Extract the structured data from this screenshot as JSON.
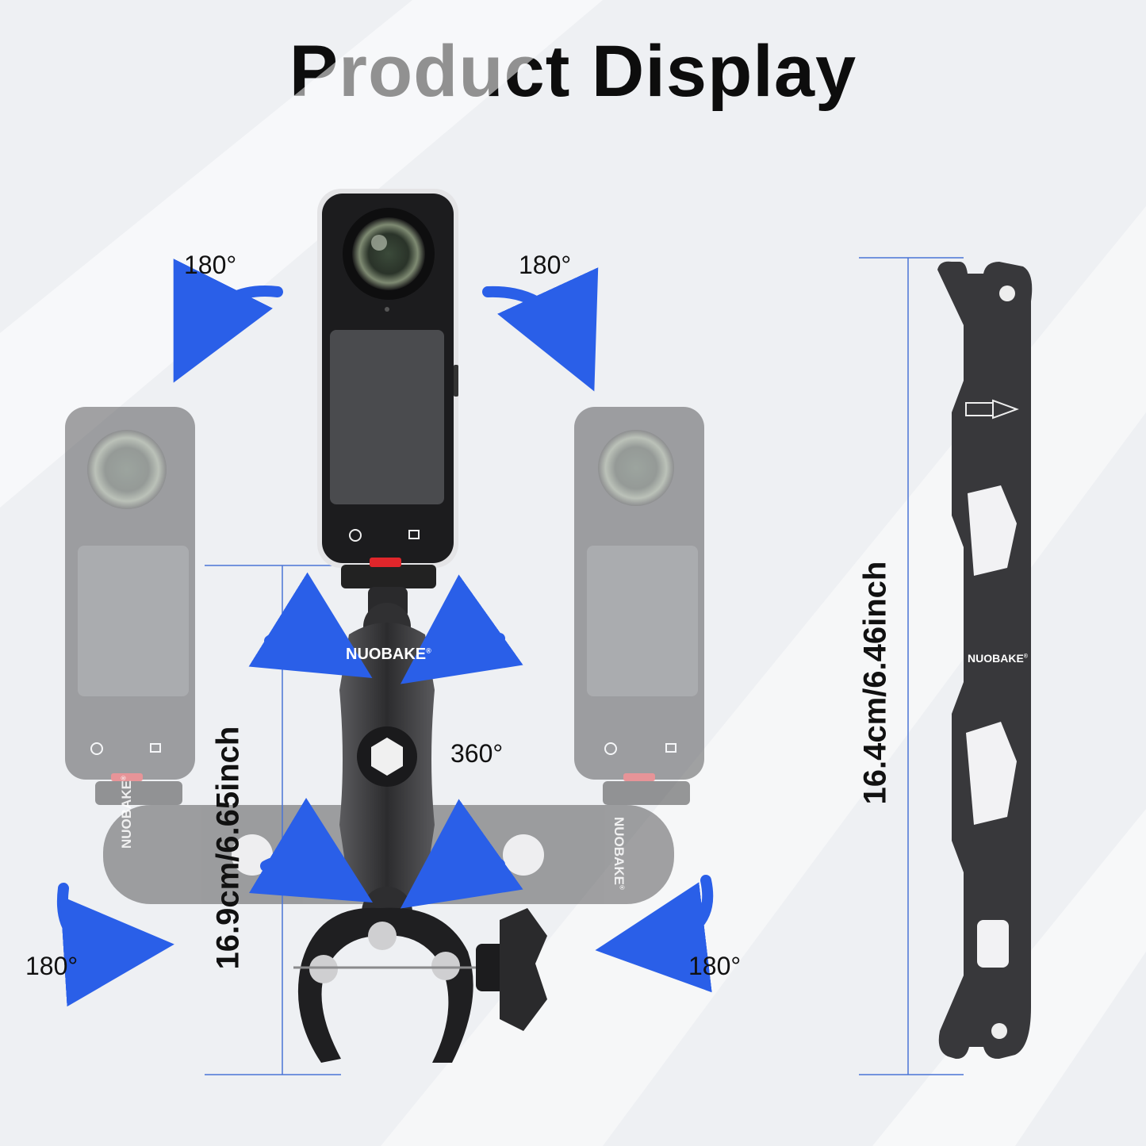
{
  "title": "Product Display",
  "angles": {
    "top_left": "180°",
    "top_right": "180°",
    "center": "360°",
    "bottom_left": "180°",
    "bottom_right": "180°"
  },
  "dimensions": {
    "mount_height": "16.9cm/6.65inch",
    "arm_length": "16.4cm/6.46inch"
  },
  "brand": "NUOBAKE",
  "brand_mark": "®",
  "colors": {
    "arrow": "#2a5fe8",
    "dimension_line": "#4a74d6",
    "mount": "#2b2b2d",
    "camera": "#1c1c1e",
    "ghost": "#9a9a9c"
  }
}
